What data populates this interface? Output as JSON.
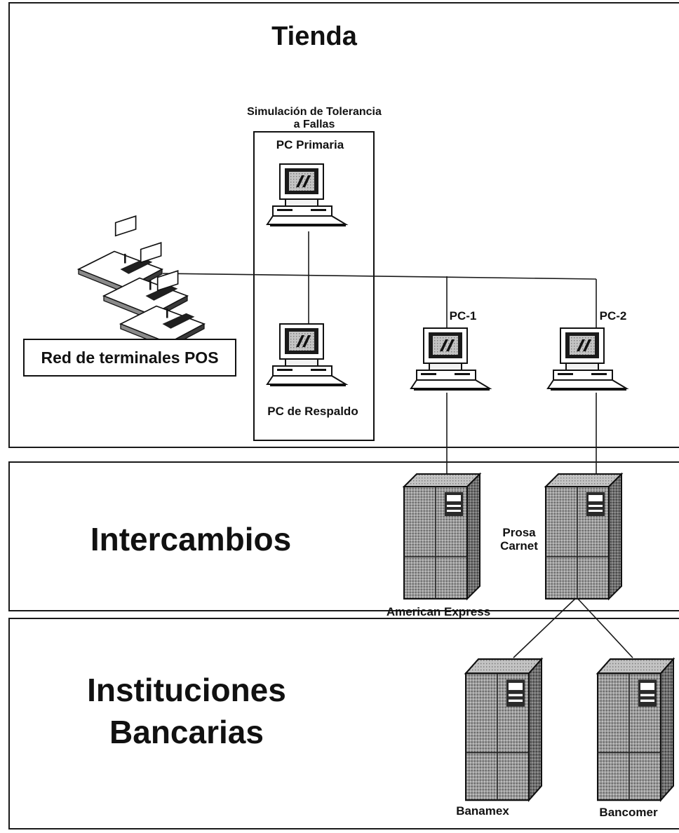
{
  "sections": {
    "tienda": "Tienda",
    "intercambios": "Intercambios",
    "instituciones_line1": "Instituciones",
    "instituciones_line2": "Bancarias"
  },
  "fault_tolerance": {
    "title_line1": "Simulación de Tolerancia",
    "title_line2": "a Fallas",
    "primary": "PC Primaria",
    "backup": "PC de Respaldo"
  },
  "pos_network": "Red de terminales POS",
  "computers": {
    "pc1": "PC-1",
    "pc2": "PC-2"
  },
  "servers": {
    "amex": "American Express",
    "prosa_line1": "Prosa",
    "prosa_line2": "Carnet",
    "banamex": "Banamex",
    "bancomer": "Bancomer"
  },
  "icons": [
    "pos-terminal-icon",
    "desktop-computer-icon",
    "server-tower-icon"
  ]
}
